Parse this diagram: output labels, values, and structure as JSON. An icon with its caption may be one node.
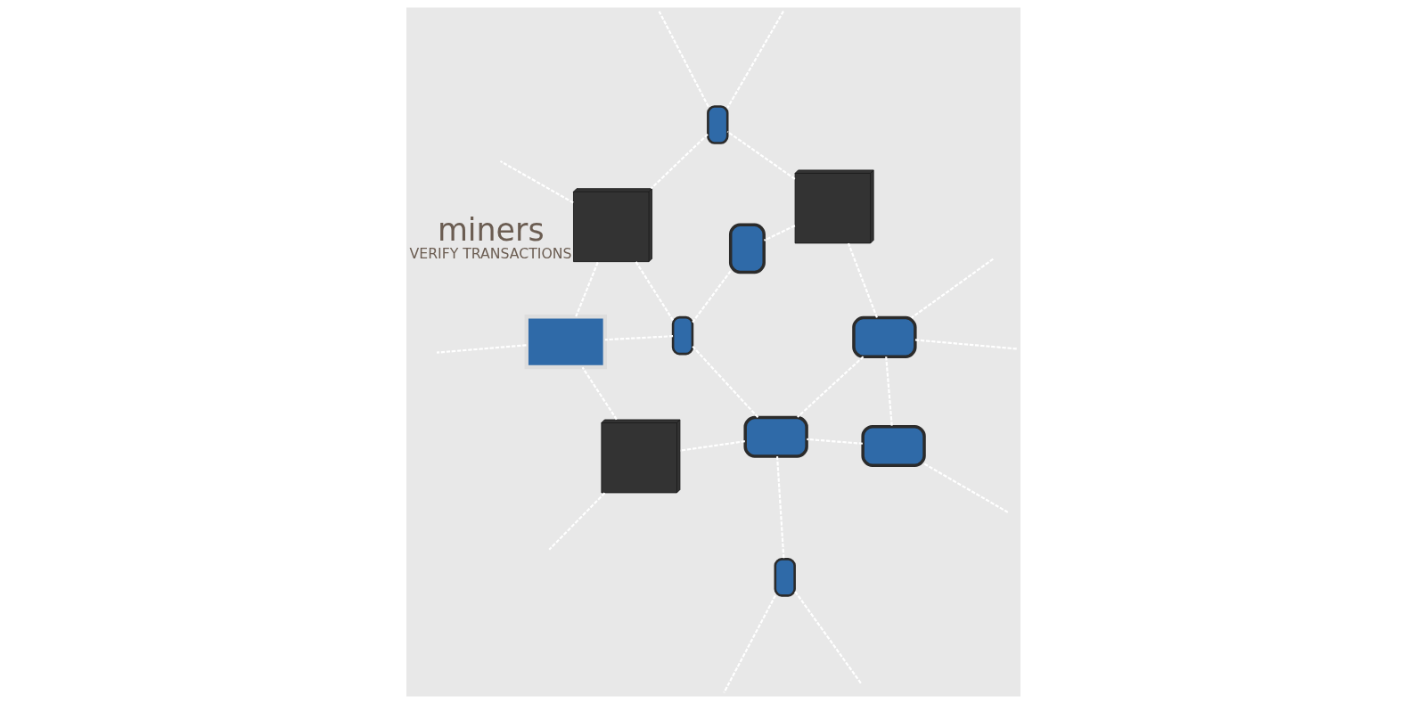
{
  "diagram": {
    "nodes": [
      {
        "text": [],
        "shape": "server"
      },
      {
        "text": [],
        "shape": "laptop"
      },
      {
        "text": [],
        "shape": "tablet"
      },
      {
        "text": [],
        "shape": "phone"
      },
      {
        "text": [],
        "shape": "laptop"
      },
      {
        "text": [],
        "shape": "laptop"
      },
      {
        "text": [],
        "shape": "phone"
      },
      {
        "text": [],
        "shape": "server",
        "beside": [
          "miners",
          "VERIFY TRANSACTIONS"
        ]
      },
      {
        "text": [],
        "shape": "phone"
      },
      {
        "text": [],
        "shape": "server"
      },
      {
        "text": [],
        "shape": "monitor"
      }
    ],
    "edges": [
      {
        "from": null,
        "to": 1,
        "arrow": "none",
        "style": "dashed"
      },
      {
        "from": null,
        "to": 1,
        "arrow": "none",
        "style": "dashed"
      },
      {
        "from": 1,
        "to": 0,
        "arrow": "none",
        "style": "dashed"
      },
      {
        "from": 0,
        "to": 2,
        "arrow": "none",
        "style": "dashed"
      },
      {
        "from": 0,
        "to": 3,
        "arrow": "none",
        "style": "dashed"
      },
      {
        "from": null,
        "to": 3,
        "arrow": "none",
        "style": "dashed"
      },
      {
        "from": 3,
        "to": null,
        "arrow": "none",
        "style": "dashed"
      },
      {
        "from": 3,
        "to": 7,
        "arrow": "none",
        "style": "dashed"
      },
      {
        "from": 1,
        "to": 4,
        "arrow": "none",
        "style": "dashed"
      },
      {
        "from": 1,
        "to": 5,
        "arrow": "none",
        "style": "dashed"
      },
      {
        "from": 2,
        "to": 6,
        "arrow": "none",
        "style": "dashed"
      },
      {
        "from": null,
        "to": 4,
        "arrow": "none",
        "style": "dashed"
      },
      {
        "from": 4,
        "to": 5,
        "arrow": "none",
        "style": "dashed"
      },
      {
        "from": 5,
        "to": 6,
        "arrow": "none",
        "style": "dashed"
      },
      {
        "from": 6,
        "to": 7,
        "arrow": "none",
        "style": "dashed"
      },
      {
        "from": 5,
        "to": 8,
        "arrow": "none",
        "style": "dashed"
      },
      {
        "from": 5,
        "to": 9,
        "arrow": "none",
        "style": "dashed"
      },
      {
        "from": 6,
        "to": 10,
        "arrow": "none",
        "style": "dashed"
      },
      {
        "from": null,
        "to": 8,
        "arrow": "none",
        "style": "dashed"
      },
      {
        "from": 8,
        "to": null,
        "arrow": "none",
        "style": "dashed"
      },
      {
        "from": 9,
        "to": 10,
        "arrow": "none",
        "style": "dashed"
      },
      {
        "from": 10,
        "to": 7,
        "arrow": "none",
        "style": "dashed"
      },
      {
        "from": 7,
        "to": null,
        "arrow": "none",
        "style": "dashed"
      },
      {
        "from": 10,
        "to": null,
        "arrow": "none",
        "style": "dashed"
      },
      {
        "from": 9,
        "to": null,
        "arrow": "none",
        "style": "dashed"
      }
    ]
  }
}
